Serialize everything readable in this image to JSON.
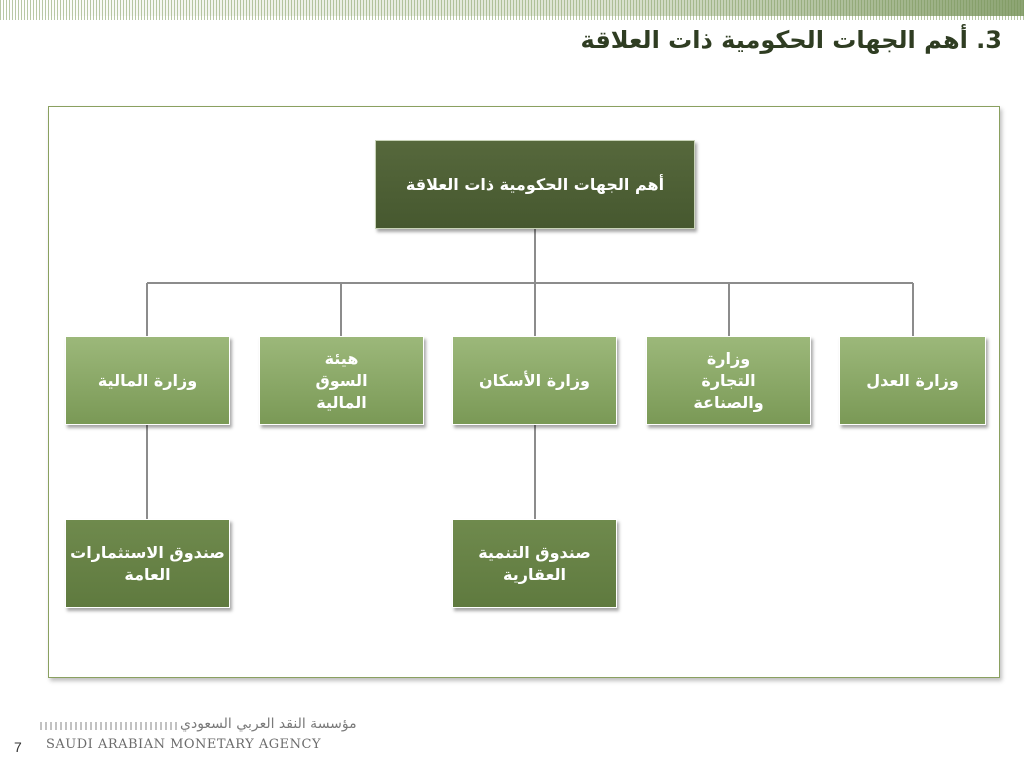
{
  "slide": {
    "title": "3. أهم الجهات الحكومية ذات العلاقة",
    "page_number": "7"
  },
  "diagram": {
    "root": "أهم الجهات الحكومية ذات العلاقة",
    "level1": [
      "وزارة العدل",
      "وزارة التجارة والصناعة",
      "وزارة الأسكان",
      "هيئة السوق المالية",
      "وزارة المالية"
    ],
    "level2": {
      "finance": "صندوق الاستثمارات العامة",
      "housing": "صندوق التنمية العقارية"
    }
  },
  "footer": {
    "arabic_name": "مؤسسة النقد العربي السعودي",
    "english_name": "SAUDI ARABIAN MONETARY AGENCY"
  },
  "colors": {
    "root_box": "#4c5e34",
    "level1_box": "#8aa868",
    "level2_box": "#66823f",
    "connector": "#8c8c8c"
  }
}
